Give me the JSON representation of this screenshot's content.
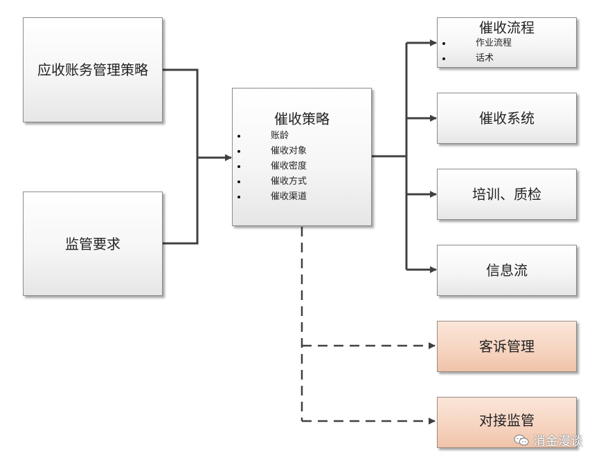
{
  "nodes": {
    "ar_strategy": "应收账务管理策略",
    "regulatory": "监管要求",
    "collection_strategy": {
      "title": "催收策略",
      "items": [
        "账龄",
        "催收对象",
        "催收密度",
        "催收方式",
        "催收渠道"
      ]
    },
    "collection_process": {
      "title": "催收流程",
      "items": [
        "作业流程",
        "话术"
      ]
    },
    "collection_system": "催收系统",
    "training_qc": "培训、质检",
    "info_flow": "信息流",
    "complaint_mgmt": "客诉管理",
    "regulator_liaison": "对接监管"
  },
  "colors": {
    "box_fill": "#f3f3f3",
    "box_border": "#8a8a8a",
    "highlight_fill": "#f6d3bf",
    "connector": "#404040"
  },
  "watermark": {
    "text": "消金漫谈",
    "icon": "wechat-icon"
  }
}
